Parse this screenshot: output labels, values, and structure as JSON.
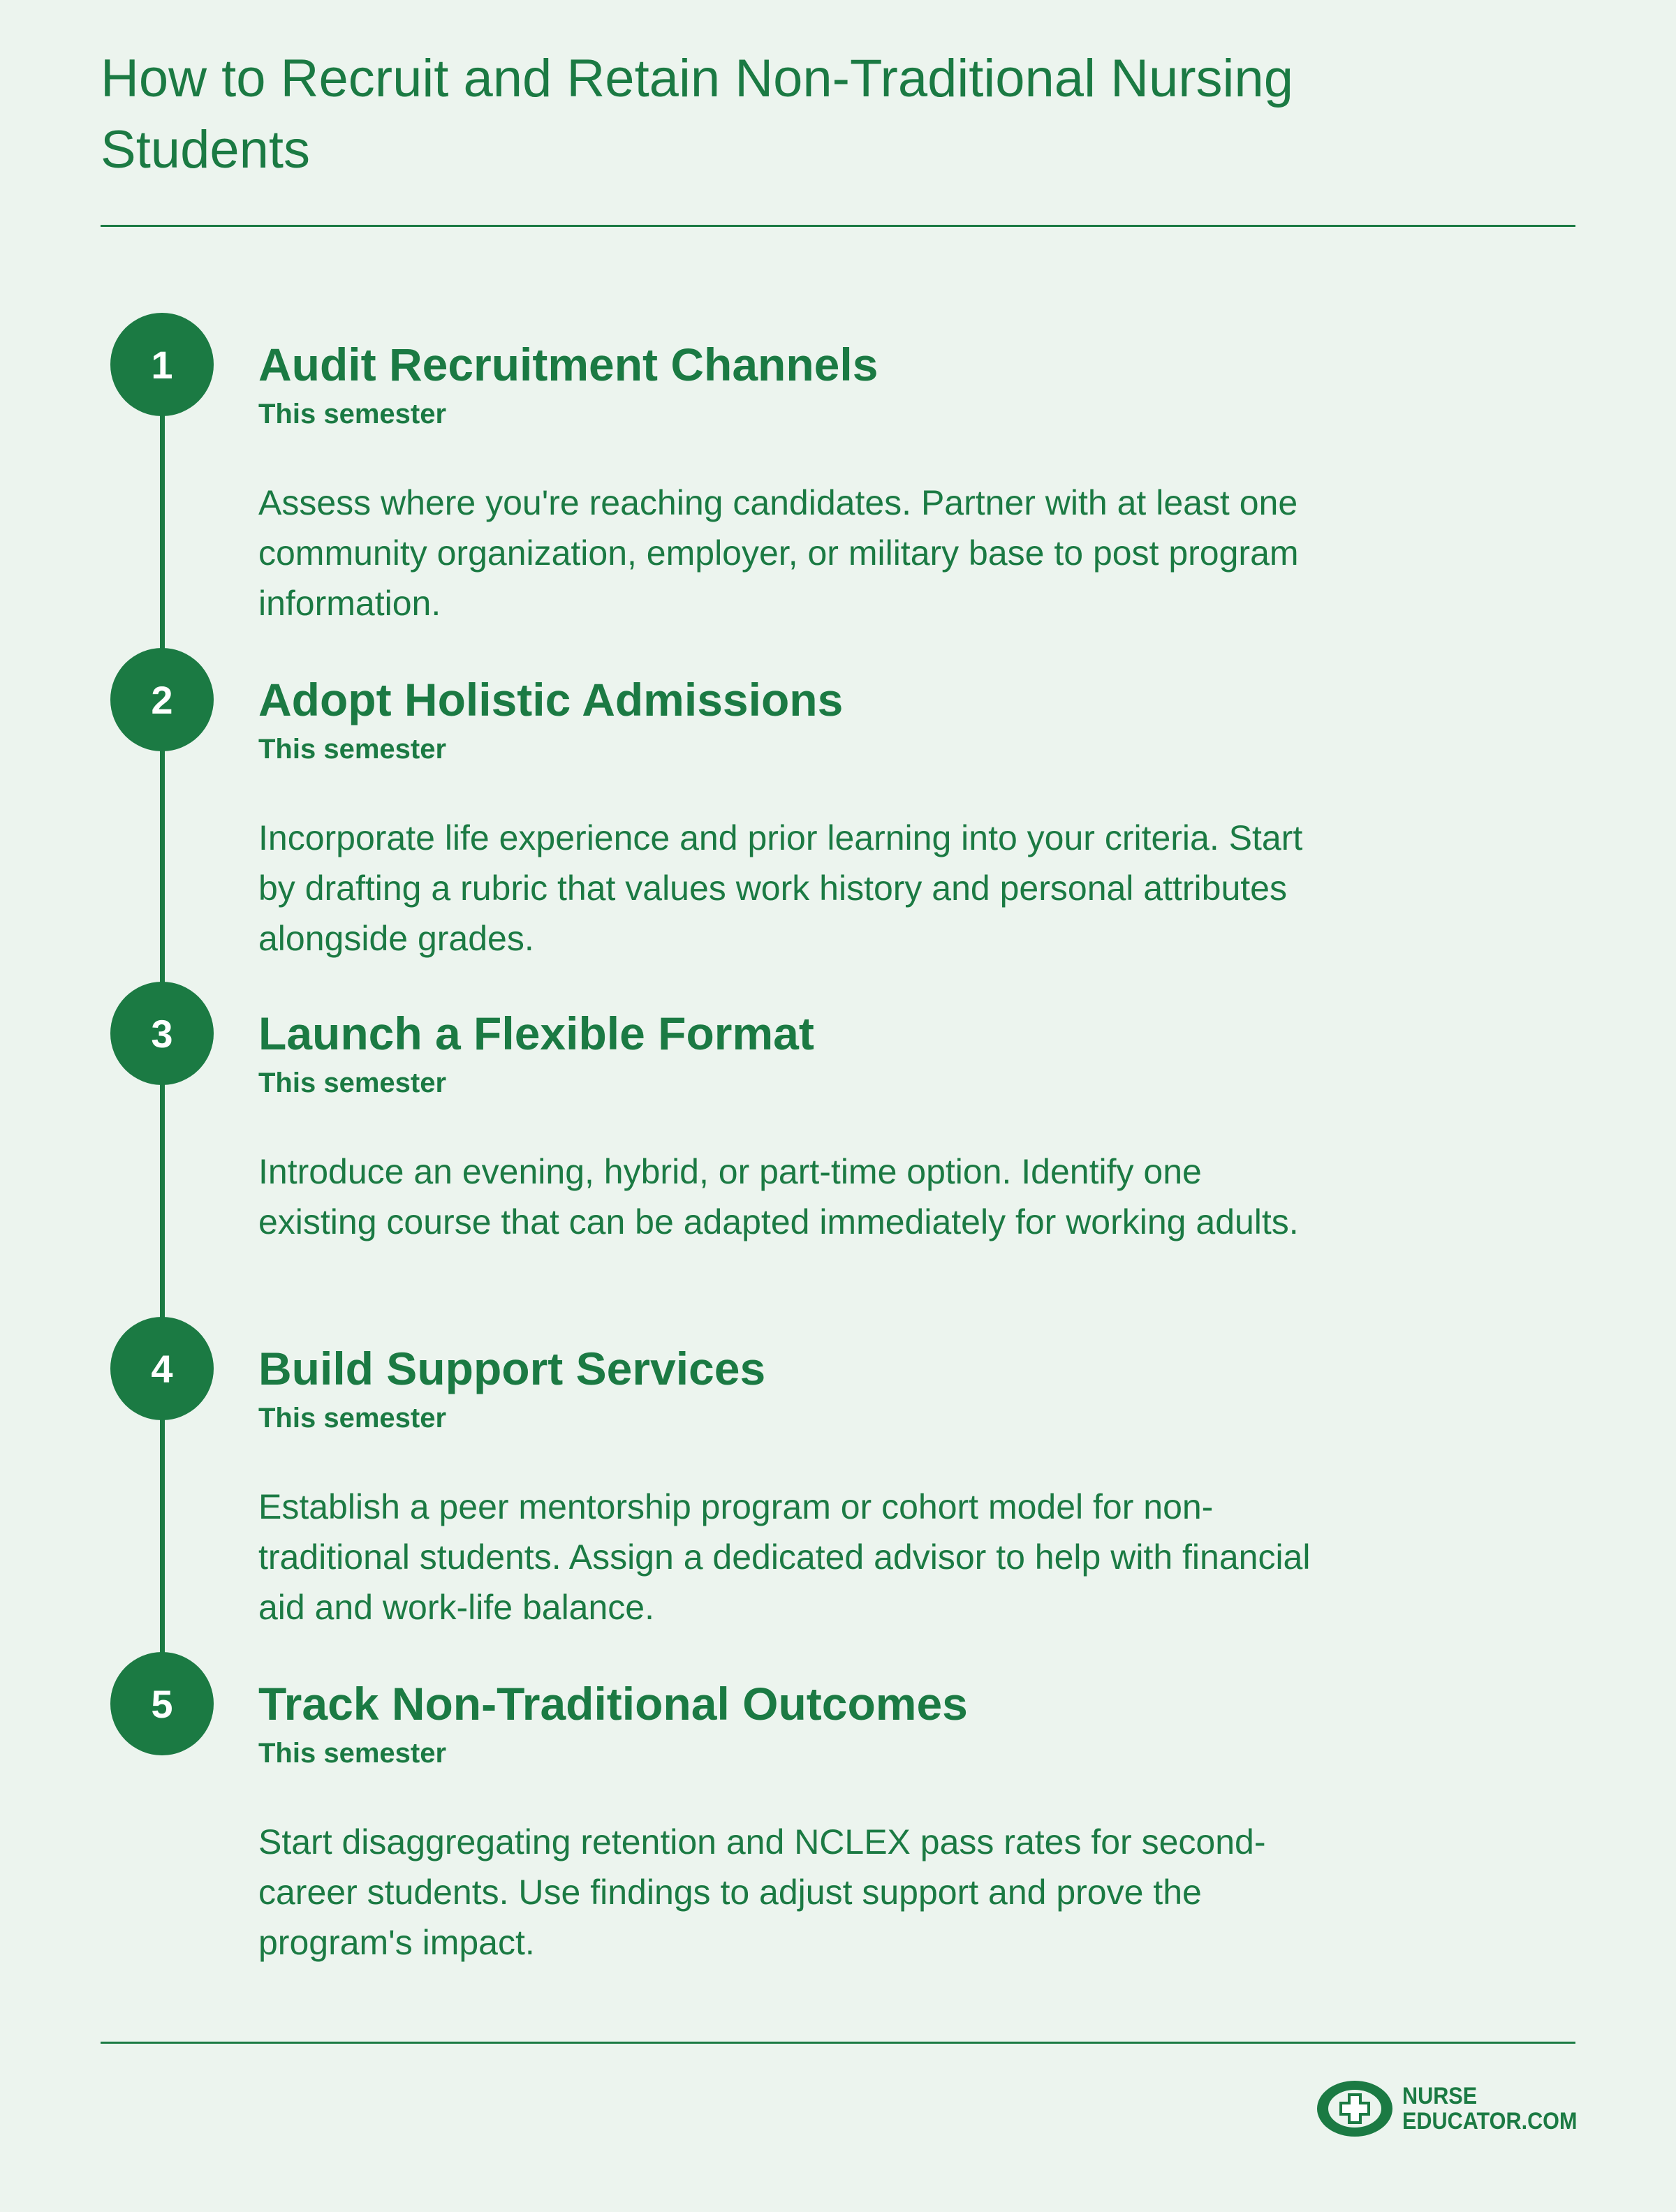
{
  "page": {
    "title": "How to Recruit and Retain Non-Traditional Nursing Students",
    "accent_color": "#1b7a43",
    "background_color": "#ecf4ee"
  },
  "steps": [
    {
      "number": "1",
      "title": "Audit Recruitment Channels",
      "when": "This semester",
      "description": "Assess where you're reaching candidates. Partner with at least one community organization, employer, or military base to post program information."
    },
    {
      "number": "2",
      "title": "Adopt Holistic Admissions",
      "when": "This semester",
      "description": "Incorporate life experience and prior learning into your criteria. Start by drafting a rubric that values work history and personal attributes alongside grades."
    },
    {
      "number": "3",
      "title": "Launch a Flexible Format",
      "when": "This semester",
      "description": "Introduce an evening, hybrid, or part-time option. Identify one existing course that can be adapted immediately for working adults."
    },
    {
      "number": "4",
      "title": "Build Support Services",
      "when": "This semester",
      "description": "Establish a peer mentorship program or cohort model for non-traditional students. Assign a dedicated advisor to help with financial aid and work-life balance."
    },
    {
      "number": "5",
      "title": "Track Non-Traditional Outcomes",
      "when": "This semester",
      "description": "Start disaggregating retention and NCLEX pass rates for second-career students. Use findings to adjust support and prove the program's impact."
    }
  ],
  "footer": {
    "logo_line1": "NURSE",
    "logo_line2": "EDUCATOR.COM",
    "logo_icon": "medical-cross-icon"
  }
}
